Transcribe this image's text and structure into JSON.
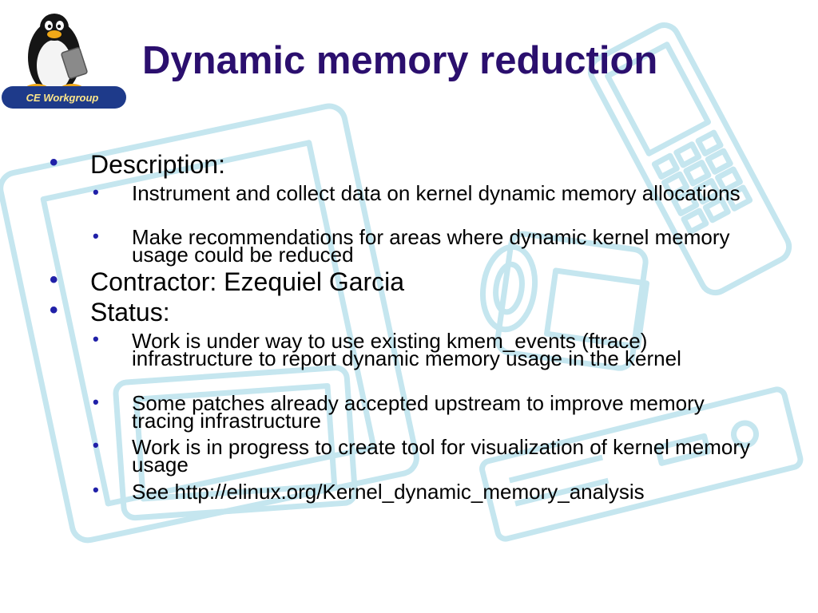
{
  "colors": {
    "title": "#2b0f6e",
    "bullet": "#2020a8",
    "background_art": "#c5e6ef"
  },
  "logo": {
    "badge_text": "CE Workgroup",
    "icon": "tux-penguin-icon"
  },
  "slide": {
    "title": "Dynamic memory reduction",
    "bullets": [
      {
        "text": "Description:",
        "sub": [
          "Instrument and collect data on kernel dynamic memory allocations",
          "Make recommendations for areas where dynamic kernel memory usage could be reduced"
        ]
      },
      {
        "text": "Contractor: Ezequiel Garcia",
        "sub": []
      },
      {
        "text": "Status:",
        "sub": [
          "Work is under way to use existing kmem_events (ftrace) infrastructure to report dynamic memory usage in the kernel",
          "Some patches already accepted upstream to improve memory tracing infrastructure",
          "Work is in progress to create tool for visualization of kernel memory usage",
          "See http://elinux.org/Kernel_dynamic_memory_analysis"
        ]
      }
    ]
  }
}
